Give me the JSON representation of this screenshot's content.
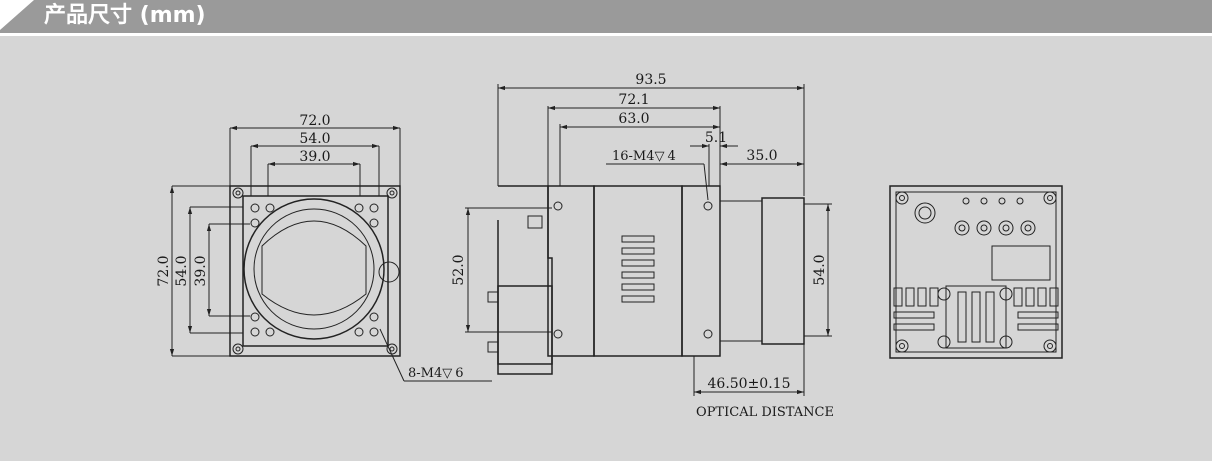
{
  "header": {
    "title": "产品尺寸 (mm)"
  },
  "front_view": {
    "width": "72.0",
    "inner_width": "54.0",
    "mount_width": "39.0",
    "height": "72.0",
    "inner_height": "54.0",
    "mount_height": "39.0",
    "holes_note": "8-M4",
    "holes_depth": "6"
  },
  "side_view": {
    "total_length": "93.5",
    "body_length": "72.1",
    "mid_length": "63.0",
    "flange": "5.1",
    "lens_length": "35.0",
    "holes_note": "16-M4",
    "holes_depth": "4",
    "height": "52.0",
    "lens_height": "54.0",
    "optical_distance": "46.50±0.15",
    "optical_label": "OPTICAL DISTANCE"
  },
  "colors": {
    "background": "#d6d6d6",
    "header": "#9a9a9a",
    "line": "#222222"
  }
}
